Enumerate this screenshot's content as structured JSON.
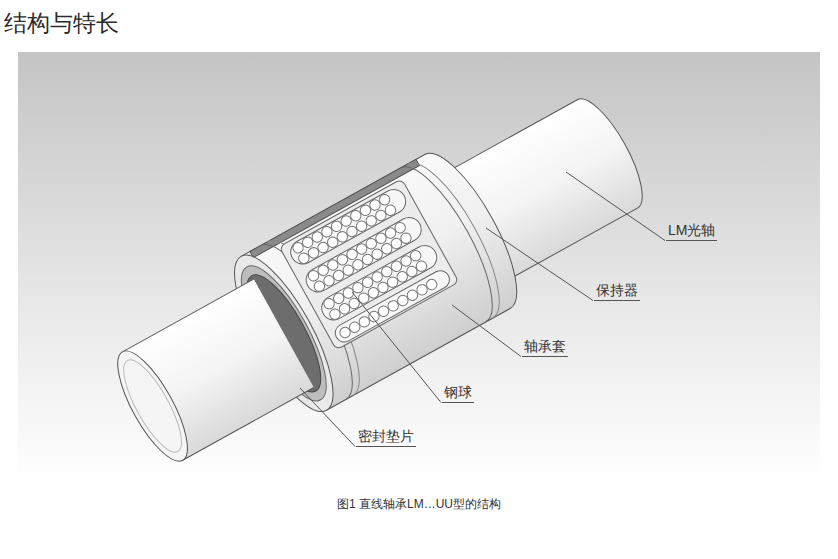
{
  "diagram": {
    "title": "结构与特长",
    "caption": "图1 直线轴承LM…UU型的结构",
    "labels": [
      "LM光轴",
      "保持器",
      "轴承套",
      "钢球",
      "密封垫片"
    ]
  }
}
